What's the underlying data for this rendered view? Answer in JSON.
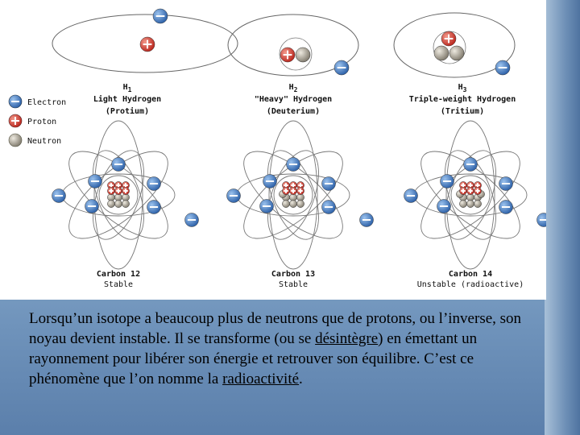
{
  "legend": {
    "electron": "Electron",
    "proton": "Proton",
    "neutron": "Neutron"
  },
  "hydrogen": [
    {
      "symbol": "H",
      "mass": "1",
      "name": "Light Hydrogen",
      "sub": "(Protium)"
    },
    {
      "symbol": "H",
      "mass": "2",
      "name": "\"Heavy\" Hydrogen",
      "sub": "(Deuterium)"
    },
    {
      "symbol": "H",
      "mass": "3",
      "name": "Triple-weight Hydrogen",
      "sub": "(Tritium)"
    }
  ],
  "carbon": [
    {
      "name": "Carbon 12",
      "status": "Stable"
    },
    {
      "name": "Carbon 13",
      "status": "Stable"
    },
    {
      "name": "Carbon 14",
      "status": "Unstable (radioactive)"
    }
  ],
  "caption": {
    "p1": "Lorsqu’un isotope a beaucoup plus de neutrons que de protons, ou l’inverse, son noyau devient instable. Il se transforme (ou se ",
    "w1": "désintègre",
    "p2": ") en émettant un rayonnement pour libérer son énergie et retrouver son équilibre. C’est ce phénomène que l’on nomme la ",
    "w2": "radioactivité",
    "p3": "."
  },
  "colors": {
    "electron": "#3a6fb5",
    "proton": "#d23b2f",
    "neutron": "#9a9488"
  }
}
